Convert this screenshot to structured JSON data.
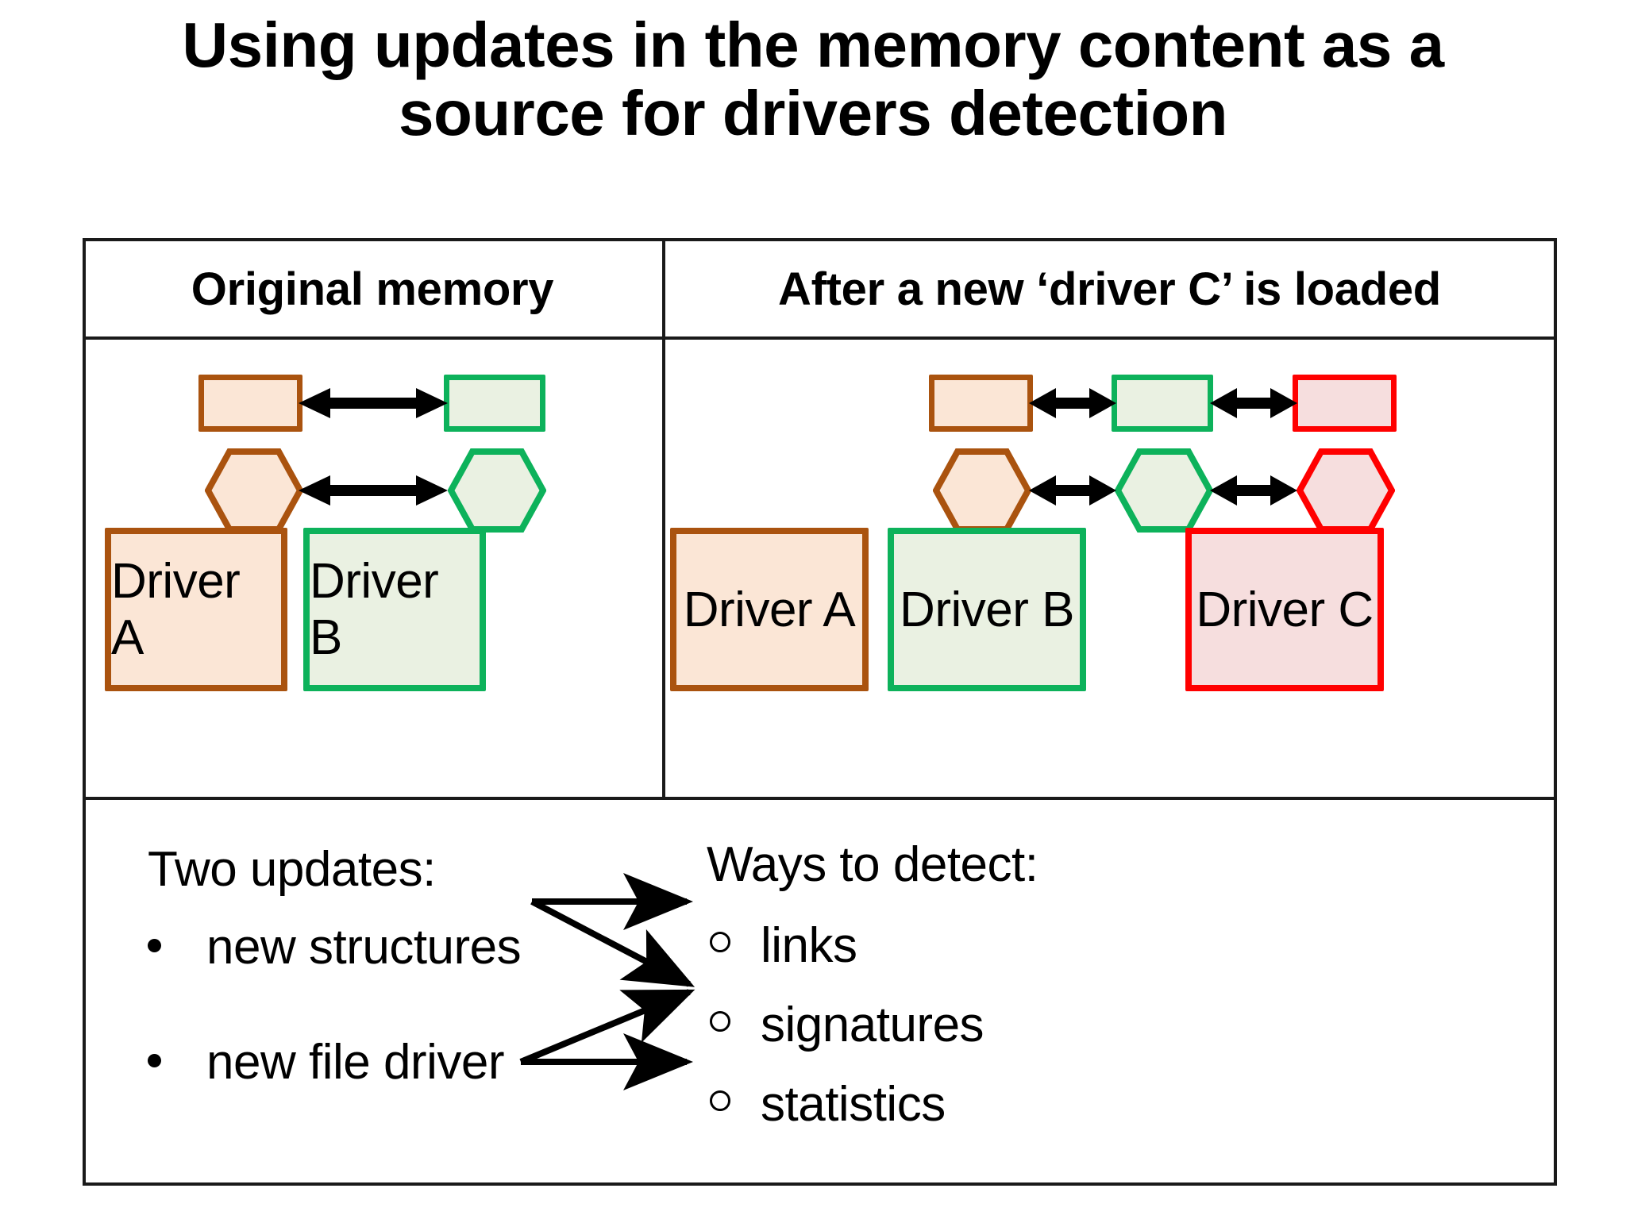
{
  "slide": {
    "title": "Using updates in the memory content as a\nsource for drivers detection",
    "background_color": "#ffffff"
  },
  "table": {
    "headers": [
      "Original memory",
      "After a new ‘driver C’ is loaded"
    ],
    "columns": [
      {
        "name": "original-memory",
        "structures": [
          {
            "shape": "rectangle",
            "color_name": "brown",
            "border_color": "#AA530F",
            "fill_color": "#FBE6D6"
          },
          {
            "shape": "rectangle",
            "color_name": "green",
            "border_color": "#0DB25B",
            "fill_color": "#EAF1E2"
          },
          {
            "shape": "hexagon",
            "color_name": "brown",
            "border_color": "#AA530F",
            "fill_color": "#FBE6D6"
          },
          {
            "shape": "hexagon",
            "color_name": "green",
            "border_color": "#0DB25B",
            "fill_color": "#EAF1E2"
          }
        ],
        "drivers": [
          {
            "label": "Driver A",
            "color_name": "brown",
            "border_color": "#AA530F",
            "fill_color": "#FBE6D6"
          },
          {
            "label": "Driver B",
            "color_name": "green",
            "border_color": "#0DB25B",
            "fill_color": "#EAF1E2"
          }
        ]
      },
      {
        "name": "after-driver-c-loaded",
        "structures": [
          {
            "shape": "rectangle",
            "color_name": "brown",
            "border_color": "#AA530F",
            "fill_color": "#FBE6D6"
          },
          {
            "shape": "rectangle",
            "color_name": "green",
            "border_color": "#0DB25B",
            "fill_color": "#EAF1E2"
          },
          {
            "shape": "rectangle",
            "color_name": "red",
            "border_color": "#FF0000",
            "fill_color": "#F6DEDE"
          },
          {
            "shape": "hexagon",
            "color_name": "brown",
            "border_color": "#AA530F",
            "fill_color": "#FBE6D6"
          },
          {
            "shape": "hexagon",
            "color_name": "green",
            "border_color": "#0DB25B",
            "fill_color": "#EAF1E2"
          },
          {
            "shape": "hexagon",
            "color_name": "red",
            "border_color": "#FF0000",
            "fill_color": "#F6DEDE"
          }
        ],
        "drivers": [
          {
            "label": "Driver A",
            "color_name": "brown",
            "border_color": "#AA530F",
            "fill_color": "#FBE6D6"
          },
          {
            "label": "Driver B",
            "color_name": "green",
            "border_color": "#0DB25B",
            "fill_color": "#EAF1E2"
          },
          {
            "label": "Driver C",
            "color_name": "red",
            "border_color": "#FF0000",
            "fill_color": "#F6DEDE"
          }
        ]
      }
    ]
  },
  "bottom": {
    "updates": {
      "heading": "Two updates:",
      "items": [
        {
          "label": "new structures",
          "bullet": "filled-dot"
        },
        {
          "label": "new file driver",
          "bullet": "filled-dot"
        }
      ]
    },
    "detection": {
      "heading": "Ways to detect:",
      "items": [
        {
          "label": "links",
          "bullet": "hollow-circle"
        },
        {
          "label": "signatures",
          "bullet": "hollow-circle"
        },
        {
          "label": "statistics",
          "bullet": "hollow-circle"
        }
      ]
    },
    "connections": [
      {
        "from": "new structures",
        "to": "links"
      },
      {
        "from": "new structures",
        "to": "signatures"
      },
      {
        "from": "new file driver",
        "to": "signatures"
      },
      {
        "from": "new file driver",
        "to": "statistics"
      }
    ]
  }
}
